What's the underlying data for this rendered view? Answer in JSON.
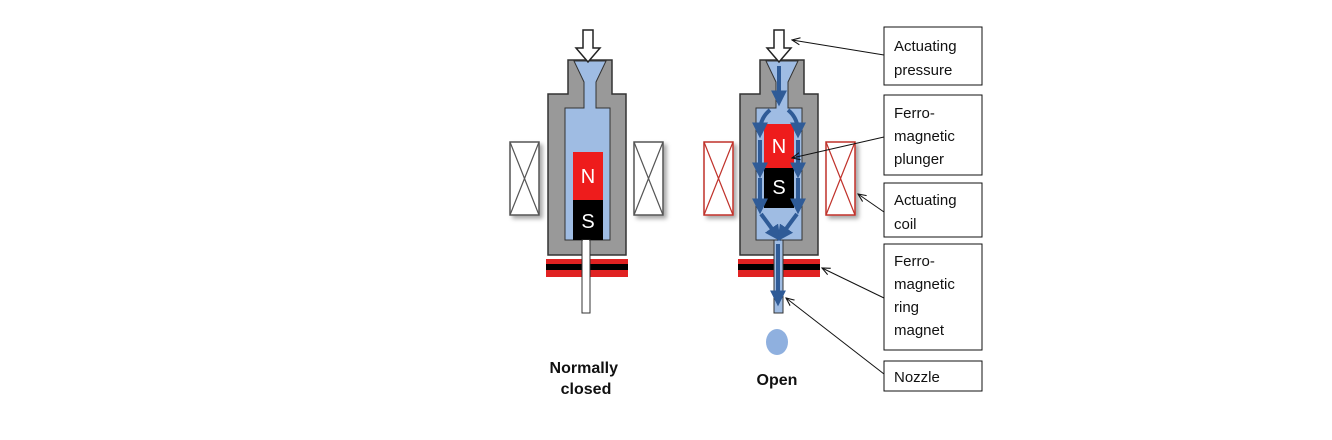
{
  "captions": {
    "normally_closed": [
      "Normally",
      "closed"
    ],
    "open": "Open"
  },
  "poles": {
    "north": "N",
    "south": "S"
  },
  "labels": [
    {
      "id": "actuating-pressure",
      "lines": [
        "Actuating",
        "pressure"
      ]
    },
    {
      "id": "ferromagnetic-plunger",
      "lines": [
        "Ferro-",
        "magnetic",
        "plunger"
      ]
    },
    {
      "id": "actuating-coil",
      "lines": [
        "Actuating",
        "coil"
      ]
    },
    {
      "id": "ferromagnetic-ring-magnet",
      "lines": [
        "Ferro-",
        "magnetic",
        "ring",
        "magnet"
      ]
    },
    {
      "id": "nozzle",
      "lines": [
        "Nozzle"
      ]
    }
  ],
  "colors": {
    "body": "#999999",
    "fluid": "#9fbce3",
    "north": "#ee1c1c",
    "south": "#000000",
    "ring": "#e02222",
    "coil_inactive": "#555555",
    "coil_active": "#c0302a",
    "flow_arrow": "#2f5b97"
  }
}
